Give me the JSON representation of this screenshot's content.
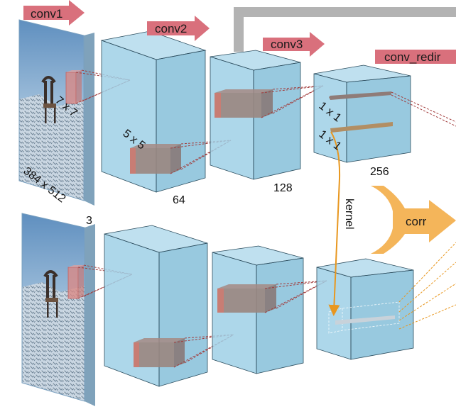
{
  "arrows": {
    "conv1": "conv1",
    "conv2": "conv2",
    "conv3": "conv3",
    "conv_redir": "conv_redir",
    "corr": "corr"
  },
  "labels": {
    "input_size": "384 x 512",
    "input_channels": "3",
    "kernel_conv1": "7 x 7",
    "kernel_conv2": "5 x 5",
    "kernel_conv3": "1 x 1",
    "kernel_redir": "1 x 1",
    "channels_conv1": "64",
    "channels_conv2": "128",
    "channels_conv3": "256",
    "kernel": "kernel"
  },
  "colors": {
    "arrow_fill": "#d9707c",
    "block_front": "#9fd0e6",
    "block_side": "#86bfd9",
    "block_top": "#b8dded",
    "filter_patch": "#c9887e",
    "corr_arrow": "#f4b55a",
    "kernel_line": "#e8971f",
    "skip_connection": "#b3b3b3"
  }
}
